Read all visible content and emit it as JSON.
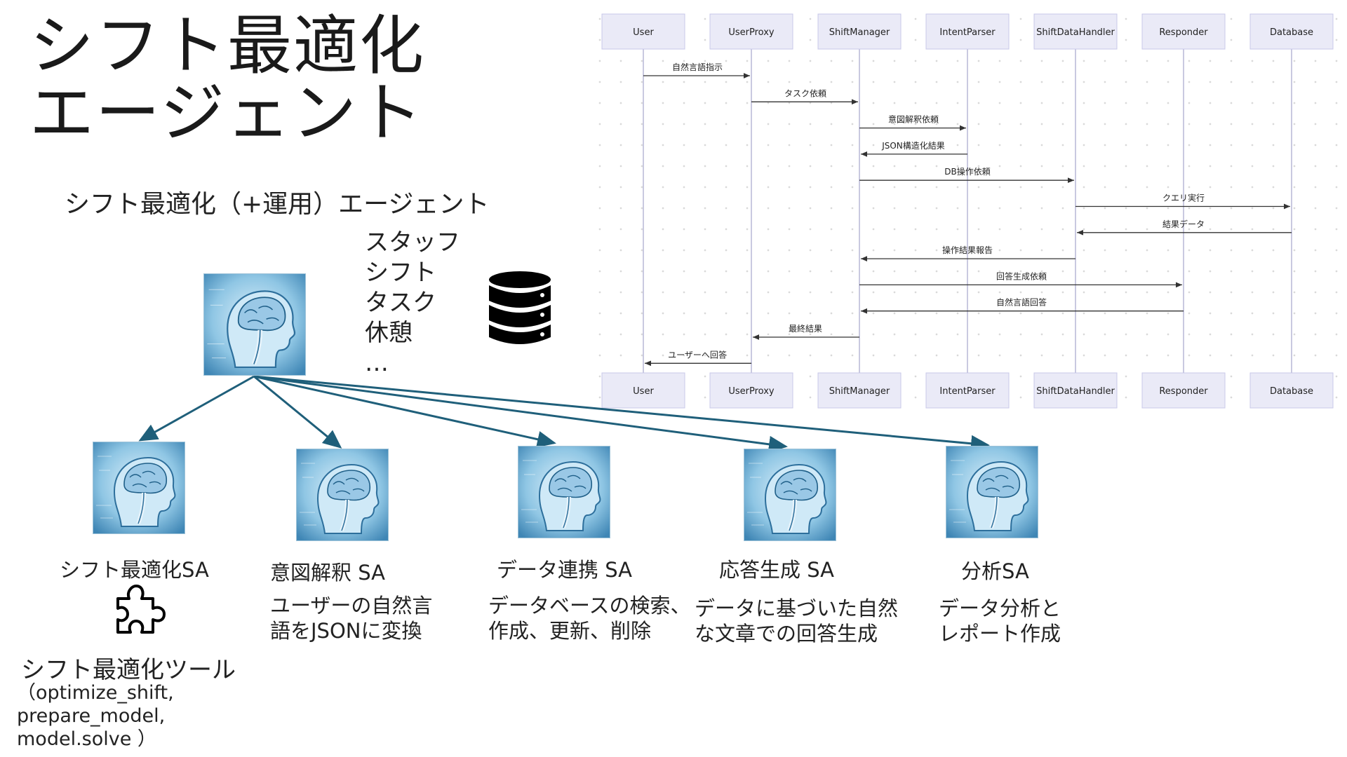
{
  "title": "シフト最適化\nエージェント",
  "subtitle": "シフト最適化（+運用）エージェント",
  "data_items": [
    "スタッフ",
    "シフト",
    "タスク",
    "休憩",
    "…"
  ],
  "icons": {
    "database": "database-icon",
    "brain": "ai-head-icon",
    "puzzle": "puzzle-piece-icon"
  },
  "colors": {
    "arrow": "#1f5f7a",
    "lifeline": "#c9c9e0",
    "participant_box": "#eaeaf7"
  },
  "sub_agents": [
    {
      "name": "シフト最適化SA",
      "desc": ""
    },
    {
      "name": "意図解釈 SA",
      "desc": "ユーザーの自然言\n語をJSONに変換"
    },
    {
      "name": "データ連携 SA",
      "desc": "データベースの検索、\n作成、更新、削除"
    },
    {
      "name": "応答生成 SA",
      "desc": "データに基づいた自然\nな文章での回答生成"
    },
    {
      "name": "分析SA",
      "desc": "データ分析と\nレポート作成"
    }
  ],
  "tool": {
    "name": "シフト最適化ツール",
    "funcs": "（optimize_shift,\n prepare_model,\n model.solve ）"
  },
  "sequence": {
    "participants": [
      "User",
      "UserProxy",
      "ShiftManager",
      "IntentParser",
      "ShiftDataHandler",
      "Responder",
      "Database"
    ],
    "messages": [
      {
        "from": 0,
        "to": 1,
        "label": "自然言語指示"
      },
      {
        "from": 1,
        "to": 2,
        "label": "タスク依頼"
      },
      {
        "from": 2,
        "to": 3,
        "label": "意図解釈依頼"
      },
      {
        "from": 3,
        "to": 2,
        "label": "JSON構造化結果"
      },
      {
        "from": 2,
        "to": 4,
        "label": "DB操作依頼"
      },
      {
        "from": 4,
        "to": 6,
        "label": "クエリ実行"
      },
      {
        "from": 6,
        "to": 4,
        "label": "結果データ"
      },
      {
        "from": 4,
        "to": 2,
        "label": "操作結果報告"
      },
      {
        "from": 2,
        "to": 5,
        "label": "回答生成依頼"
      },
      {
        "from": 5,
        "to": 2,
        "label": "自然言語回答"
      },
      {
        "from": 2,
        "to": 1,
        "label": "最終結果"
      },
      {
        "from": 1,
        "to": 0,
        "label": "ユーザーへ回答"
      }
    ]
  }
}
